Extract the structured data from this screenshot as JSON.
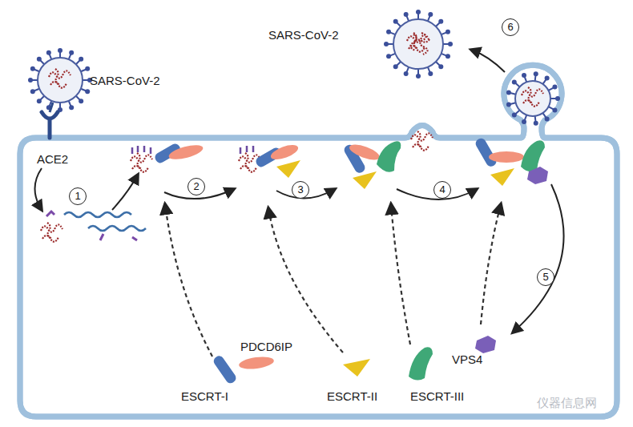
{
  "diagram": {
    "labels": [
      "SARS-CoV-2",
      "SARS-CoV-2",
      "ACE2",
      "1",
      "2",
      "3",
      "4",
      "5",
      "6",
      "PDCD6IP",
      "ESCRT-I",
      "ESCRT-II",
      "ESCRT-III",
      "VPS4",
      "仪器信息网"
    ]
  }
}
